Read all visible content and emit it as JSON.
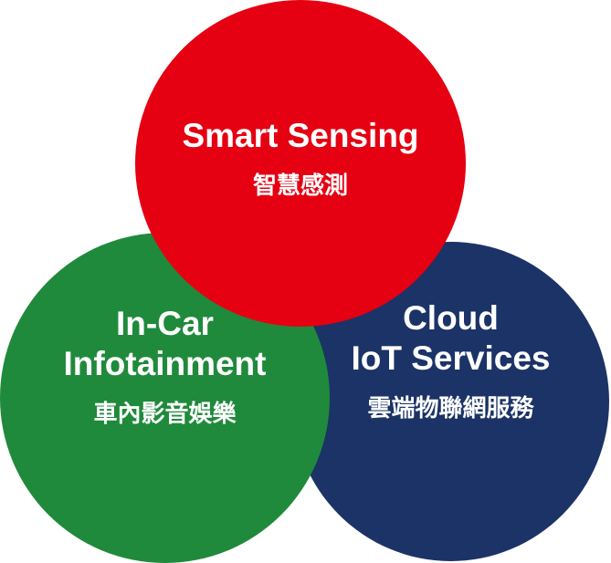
{
  "colors": {
    "red": "#e50012",
    "green": "#1f8a3b",
    "blue": "#1b3366"
  },
  "circles": {
    "smart_sensing": {
      "en": "Smart Sensing",
      "zh": "智慧感測"
    },
    "infotainment": {
      "en_line1": "In-Car",
      "en_line2": "Infotainment",
      "zh": "車內影音娛樂"
    },
    "cloud": {
      "en_line1": "Cloud",
      "en_line2": "IoT Services",
      "zh": "雲端物聯網服務"
    }
  }
}
